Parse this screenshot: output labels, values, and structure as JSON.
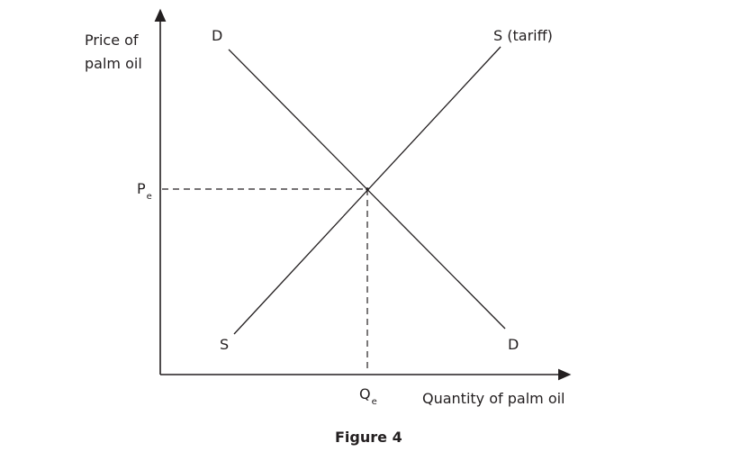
{
  "diagram": {
    "type": "supply-demand",
    "y_axis_label_line1": "Price of",
    "y_axis_label_line2": "palm oil",
    "x_axis_label": "Quantity of palm oil",
    "price_label_main": "P",
    "price_label_sub": "e",
    "quantity_label_main": "Q",
    "quantity_label_sub": "e",
    "demand_label_top": "D",
    "demand_label_bottom": "D",
    "supply_label_top": "S (tariff)",
    "supply_label_bottom": "S",
    "caption": "Figure 4",
    "colors": {
      "line": "#231f20",
      "background": "#ffffff"
    }
  }
}
